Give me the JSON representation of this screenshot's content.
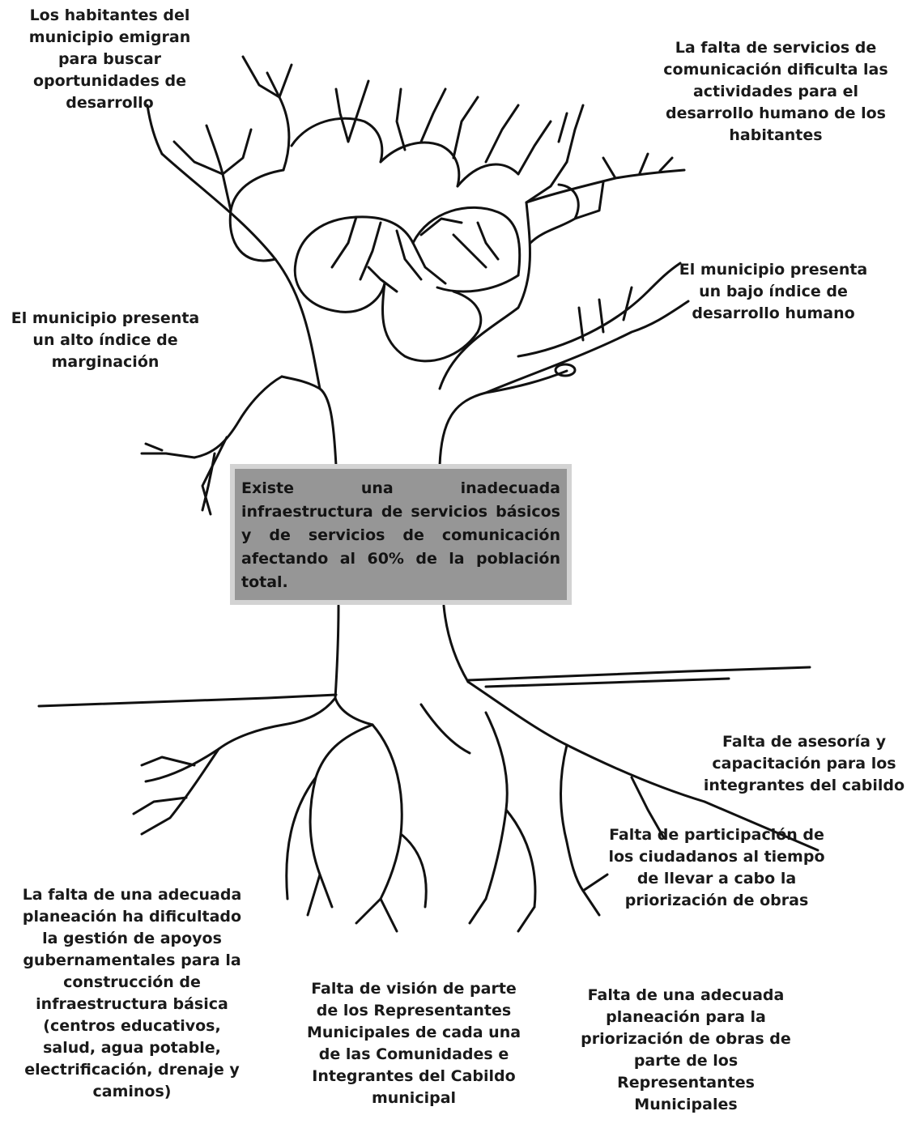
{
  "effects": {
    "emigran": "Los habitantes del\nmunicipio emigran\npara buscar\noportunidades de\ndesarrollo",
    "comunicacion": "La falta de servicios de\ncomunicación dificulta las\nactividades para el\ndesarrollo humano de  los\nhabitantes",
    "bajo_indice": "El municipio presenta\nun  bajo índice de\ndesarrollo humano",
    "marginacion": "El municipio presenta\nun alto índice de\nmarginación"
  },
  "central_problem": "Existe una inadecuada infraestructura de servicios básicos y de servicios de comunicación afectando al 60% de la población total.",
  "causes": {
    "asesoria": "Falta de asesoría y\ncapacitación para los\nintegrantes del cabildo",
    "participacion": "Falta de participación de\nlos ciudadanos al tiempo\nde llevar a cabo la\npriorización de obras",
    "planeacion_apoyos": "La falta de una adecuada\nplaneación ha dificultado\nla gestión de apoyos\ngubernamentales para la\nconstrucción de\ninfraestructura básica\n(centros educativos,\nsalud, agua potable,\nelectrificación, drenaje y\ncaminos)",
    "vision": "Falta de visión de parte\nde los Representantes\nMunicipales de cada una\nde las Comunidades e\nIntegrantes del Cabildo\nmunicipal",
    "planeacion_obras": "Falta de una adecuada\nplaneación para la\npriorización de obras de\nparte de los\nRepresentantes\nMunicipales"
  }
}
